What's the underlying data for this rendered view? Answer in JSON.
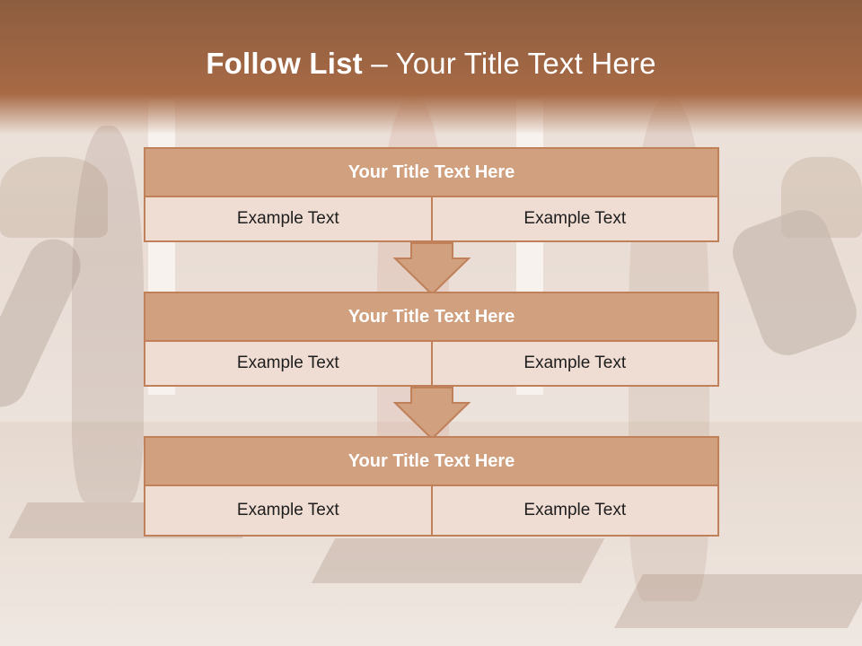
{
  "title": {
    "bold": "Follow List",
    "rest": " – Your Title Text Here"
  },
  "steps": [
    {
      "title": "Your Title Text Here",
      "left": "Example Text",
      "right": "Example Text"
    },
    {
      "title": "Your Title Text Here",
      "left": "Example Text",
      "right": "Example Text"
    },
    {
      "title": "Your Title Text Here",
      "left": "Example Text",
      "right": "Example Text"
    }
  ],
  "colors": {
    "header": "#9e6543",
    "box_fill": "#d0a07f",
    "box_border": "#c0805a",
    "cell_fill": "#efdcd2"
  }
}
